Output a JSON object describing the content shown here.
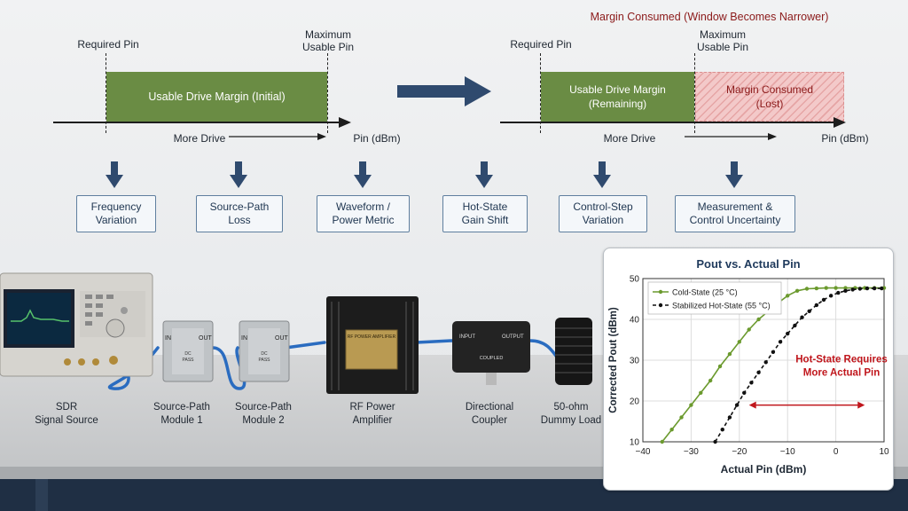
{
  "left_margin": {
    "required_pin": "Required Pin",
    "maximum_usable_pin": "Maximum\nUsable Pin",
    "bar_label": "Usable Drive Margin (Initial)",
    "more_drive": "More Drive",
    "axis_label": "Pin (dBm)",
    "bar_color": "#6a8c44"
  },
  "right_margin": {
    "title": "Margin Consumed (Window Becomes Narrower)",
    "required_pin": "Required Pin",
    "maximum_usable_pin": "Maximum\nUsable Pin",
    "remaining_label": "Usable Drive Margin\n(Remaining)",
    "consumed_label": "Margin Consumed\n(Lost)",
    "more_drive": "More Drive",
    "axis_label": "Pin (dBm)",
    "title_color": "#8b1a1a"
  },
  "factors": [
    "Frequency\nVariation",
    "Source-Path\nLoss",
    "Waveform /\nPower Metric",
    "Hot-State\nGain Shift",
    "Control-Step\nVariation",
    "Measurement &\nControl Uncertainty"
  ],
  "equipment": {
    "sdr_caption": "SDR\nSignal Source",
    "module1_caption": "Source-Path\nModule 1",
    "module2_caption": "Source-Path\nModule 2",
    "amp_caption": "RF Power\nAmplifier",
    "coupler_caption": "Directional\nCoupler",
    "load_caption": "50-ohm\nDummy Load",
    "module_in": "IN",
    "module_out": "OUT",
    "module_text": "DC\nPASS",
    "amp_plate": "RF POWER AMPLIFIER",
    "coupler_input": "INPUT",
    "coupler_output": "OUTPUT",
    "coupler_coupled": "COUPLED"
  },
  "chart_data": {
    "type": "line",
    "title": "Pout vs. Actual Pin",
    "xlabel": "Actual Pin (dBm)",
    "ylabel": "Corrected Pout (dBm)",
    "xlim": [
      -40,
      10
    ],
    "ylim": [
      10,
      50
    ],
    "xticks": [
      -40,
      -30,
      -20,
      -10,
      0,
      10
    ],
    "yticks": [
      10,
      20,
      30,
      40,
      50
    ],
    "legend_position": "top-left",
    "series": [
      {
        "name": "Cold-State (25 °C)",
        "color": "#6b9a2e",
        "dash": "solid",
        "x": [
          -36,
          -34,
          -32,
          -30,
          -28,
          -26,
          -24,
          -22,
          -20,
          -18,
          -16,
          -14,
          -12,
          -10,
          -8,
          -6,
          -4,
          -2,
          0,
          2,
          4,
          6,
          8,
          10
        ],
        "y": [
          10,
          13,
          16,
          19,
          22,
          25,
          28.5,
          31.5,
          34.5,
          37.5,
          40,
          42,
          44,
          45.8,
          47,
          47.5,
          47.6,
          47.7,
          47.7,
          47.7,
          47.7,
          47.7,
          47.7,
          47.7
        ]
      },
      {
        "name": "Stabilized Hot-State (55 °C)",
        "color": "#111111",
        "dash": "dashed",
        "x": [
          -25,
          -23.5,
          -22,
          -20.5,
          -19,
          -17.5,
          -16,
          -14.5,
          -13,
          -11.5,
          -10,
          -8.5,
          -7,
          -5.5,
          -4,
          -2.5,
          -1,
          0.5,
          2,
          3.5,
          5,
          6.5,
          8,
          9.5
        ],
        "y": [
          10,
          13,
          16,
          19,
          22,
          24.5,
          27,
          29.5,
          32,
          34.5,
          36.5,
          38.5,
          40.5,
          42,
          43.5,
          44.8,
          45.8,
          46.5,
          47,
          47.3,
          47.5,
          47.6,
          47.6,
          47.6
        ]
      }
    ],
    "annotation": "Hot-State Requires\nMore Actual Pin",
    "annotation_arrow": {
      "x_from": -18,
      "x_to": 6,
      "y": 19
    },
    "annotation_color": "#c0161c"
  }
}
